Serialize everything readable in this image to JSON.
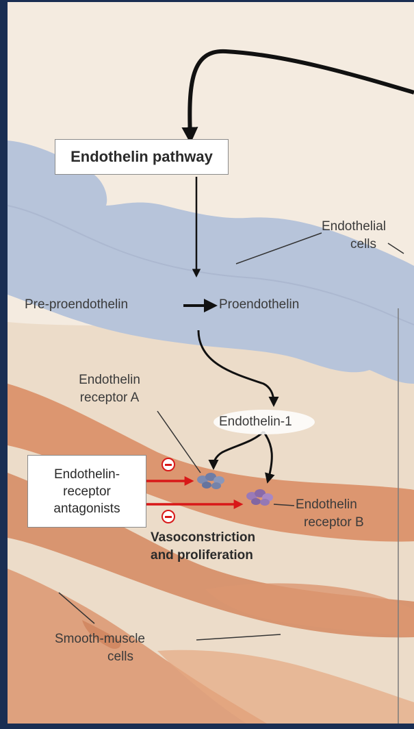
{
  "diagram": {
    "title_box": "Endothelin pathway",
    "labels": {
      "endothelial_cells_line1": "Endothelial",
      "endothelial_cells_line2": "cells",
      "pre_proendothelin": "Pre-proendothelin",
      "proendothelin": "Proendothelin",
      "receptor_a_line1": "Endothelin",
      "receptor_a_line2": "receptor A",
      "endothelin_1": "Endothelin-1",
      "antagonists_line1": "Endothelin-",
      "antagonists_line2": "receptor",
      "antagonists_line3": "antagonists",
      "receptor_b_line1": "Endothelin",
      "receptor_b_line2": "receptor B",
      "effect_line1": "Vasoconstriction",
      "effect_line2": "and proliferation",
      "smooth_muscle_line1": "Smooth-muscle",
      "smooth_muscle_line2": "cells"
    },
    "colors": {
      "frame": "#1a2e52",
      "background": "#f2e6d8",
      "endothelium": "#b7c4da",
      "smooth_muscle": "#d9926a",
      "arrow": "#111111",
      "inhibition": "#d81818",
      "receptor_a": "#7d8ab0",
      "receptor_b": "#9a7ab8"
    }
  }
}
